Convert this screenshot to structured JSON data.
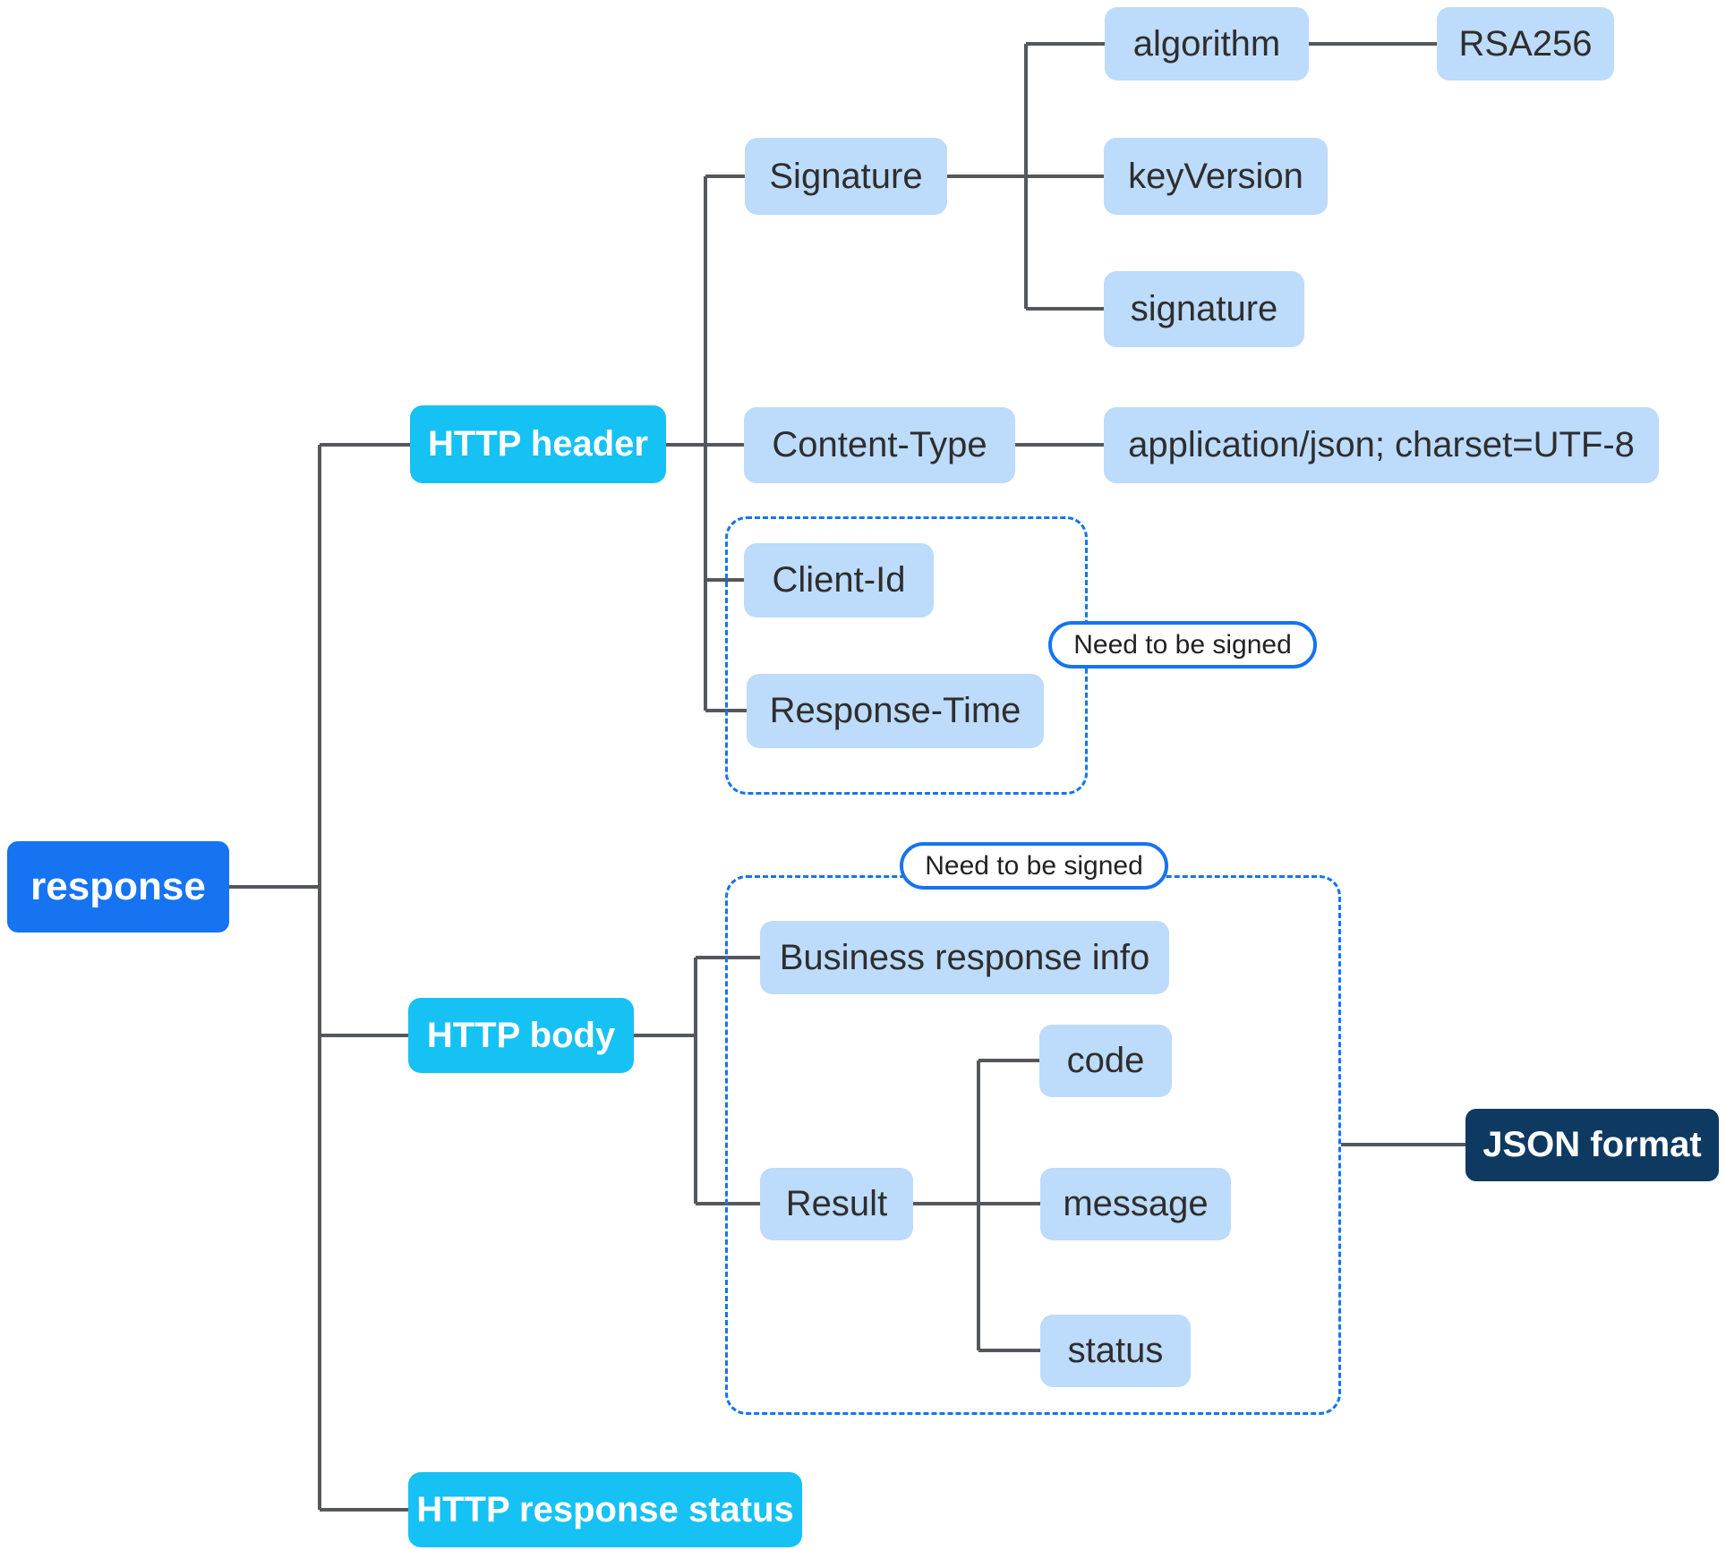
{
  "colors": {
    "root_bg": "#1673F1",
    "branch_bg": "#16C1F4",
    "leaf_bg": "#BDDBFB",
    "dark_bg": "#0E3A61",
    "outline_blue": "#1673F1",
    "line_gray": "#54585C",
    "text_dark": "#2E2E2E",
    "text_light": "#FFFFFF"
  },
  "mindmap": {
    "root": {
      "label": "response"
    },
    "http_header": {
      "label": "HTTP header",
      "signature_group": {
        "label": "Signature",
        "algorithm": {
          "label": "algorithm",
          "value": "RSA256"
        },
        "key_version": {
          "label": "keyVersion"
        },
        "signature_field": {
          "label": "signature"
        }
      },
      "content_type": {
        "label": "Content-Type",
        "value": "application/json; charset=UTF-8"
      },
      "signed_group": {
        "badge": "Need to be signed",
        "client_id": {
          "label": "Client-Id"
        },
        "response_time": {
          "label": "Response-Time"
        }
      }
    },
    "http_body": {
      "label": "HTTP body",
      "signed_group": {
        "badge": "Need to be signed",
        "business_response_info": {
          "label": "Business response info"
        },
        "result": {
          "label": "Result",
          "code": {
            "label": "code"
          },
          "message": {
            "label": "message"
          },
          "status": {
            "label": "status"
          }
        },
        "format": {
          "label": "JSON format"
        }
      }
    },
    "http_response_status": {
      "label": "HTTP response status"
    }
  }
}
